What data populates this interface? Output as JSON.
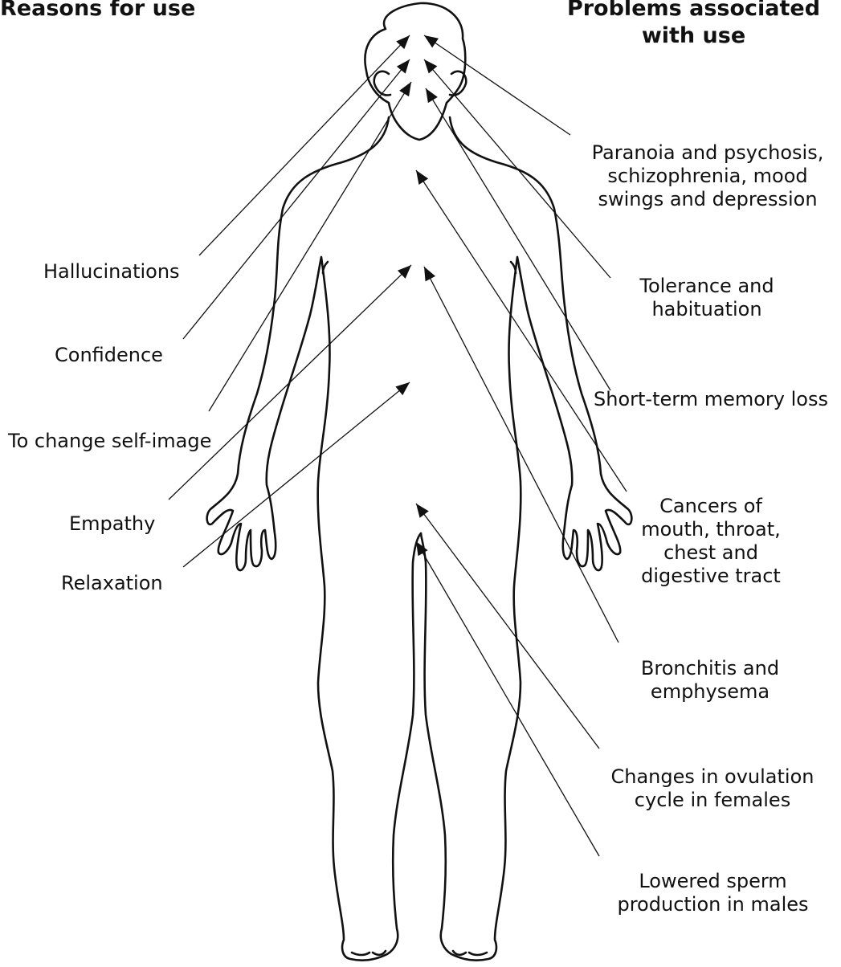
{
  "headings": {
    "left": "Reasons for use",
    "right": "Problems associated with use"
  },
  "reasons": [
    "Hallucinations",
    "Confidence",
    "To change self-image",
    "Empathy",
    "Relaxation"
  ],
  "problems": [
    "Paranoia and psychosis, schizophrenia, mood swings and depression",
    "Tolerance and habituation",
    "Short-term memory loss",
    "Cancers of mouth, throat, chest and digestive tract",
    "Bronchitis and emphysema",
    "Changes in ovulation cycle in females",
    "Lowered sperm production in males"
  ],
  "colors": {
    "ink": "#111111",
    "background": "#ffffff"
  },
  "icons": {
    "figure": "human-body-outline-icon",
    "pointer": "arrowhead-icon"
  }
}
